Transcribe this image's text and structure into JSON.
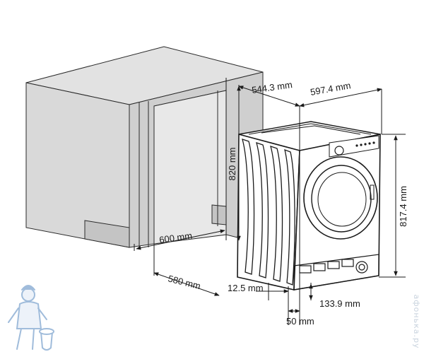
{
  "dimensions": {
    "depth_total": "544.3 mm",
    "width": "597.4 mm",
    "niche_height": "820 mm",
    "appliance_height": "817.4 mm",
    "niche_width": "600 mm",
    "niche_depth": "580 mm",
    "offset": "12.5 mm",
    "kick_height": "133.9 mm",
    "kick_depth": "50 mm"
  },
  "watermark": "афонька.ру",
  "colors": {
    "cabinet_fill": "#d9d9d9",
    "line": "#1a1a1a",
    "mascot": "#2e6cb0"
  }
}
